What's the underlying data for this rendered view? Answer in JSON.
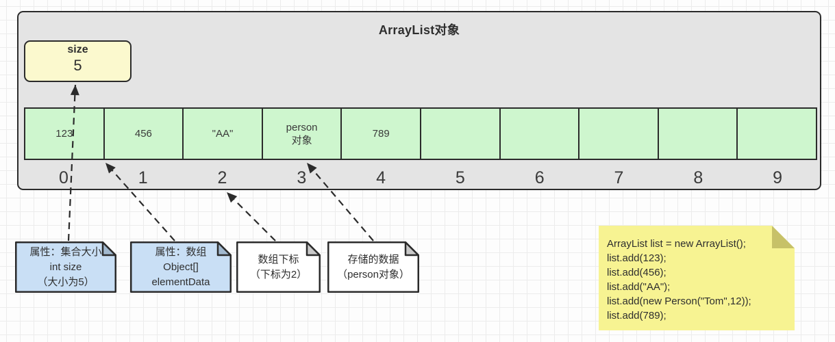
{
  "title": "ArrayList对象",
  "size_box": {
    "label": "size",
    "value": "5"
  },
  "array": {
    "cells": [
      "123",
      "456",
      "\"AA\"",
      "person\n对象",
      "789",
      "",
      "",
      "",
      "",
      ""
    ],
    "indices": [
      "0",
      "1",
      "2",
      "3",
      "4",
      "5",
      "6",
      "7",
      "8",
      "9"
    ]
  },
  "notes": {
    "size_attr": {
      "lines": [
        "属性：集合大小",
        "int size",
        "（大小为5）"
      ]
    },
    "element_data": {
      "lines": [
        "属性：数组",
        "Object[]",
        "elementData"
      ]
    },
    "array_index": {
      "lines": [
        "数组下标",
        "（下标为2）"
      ]
    },
    "stored_data": {
      "lines": [
        "存储的数据",
        "（person对象）"
      ]
    }
  },
  "code_note": {
    "lines": [
      "ArrayList list = new ArrayList();",
      "list.add(123);",
      "list.add(456);",
      "list.add(\"AA\");",
      "list.add(new Person(\"Tom\",12));",
      "list.add(789);"
    ]
  },
  "colors": {
    "page_bg": "#FDFDFD",
    "grid_line": "#ECECEC",
    "border": "#2B2B2B",
    "text": "#2E2E2E",
    "container_fill": "#E4E4E4",
    "cell_fill": "#CEF6CE",
    "size_box_fill": "#FBF9CE",
    "note_blue_fill": "#C9DFF5",
    "note_blue_fold": "#A2B9CF",
    "note_white_fill": "#FFFFFF",
    "note_white_fold": "#C9C9C9",
    "sticky_fill": "#F7F392",
    "sticky_fold": "#C7C168"
  }
}
